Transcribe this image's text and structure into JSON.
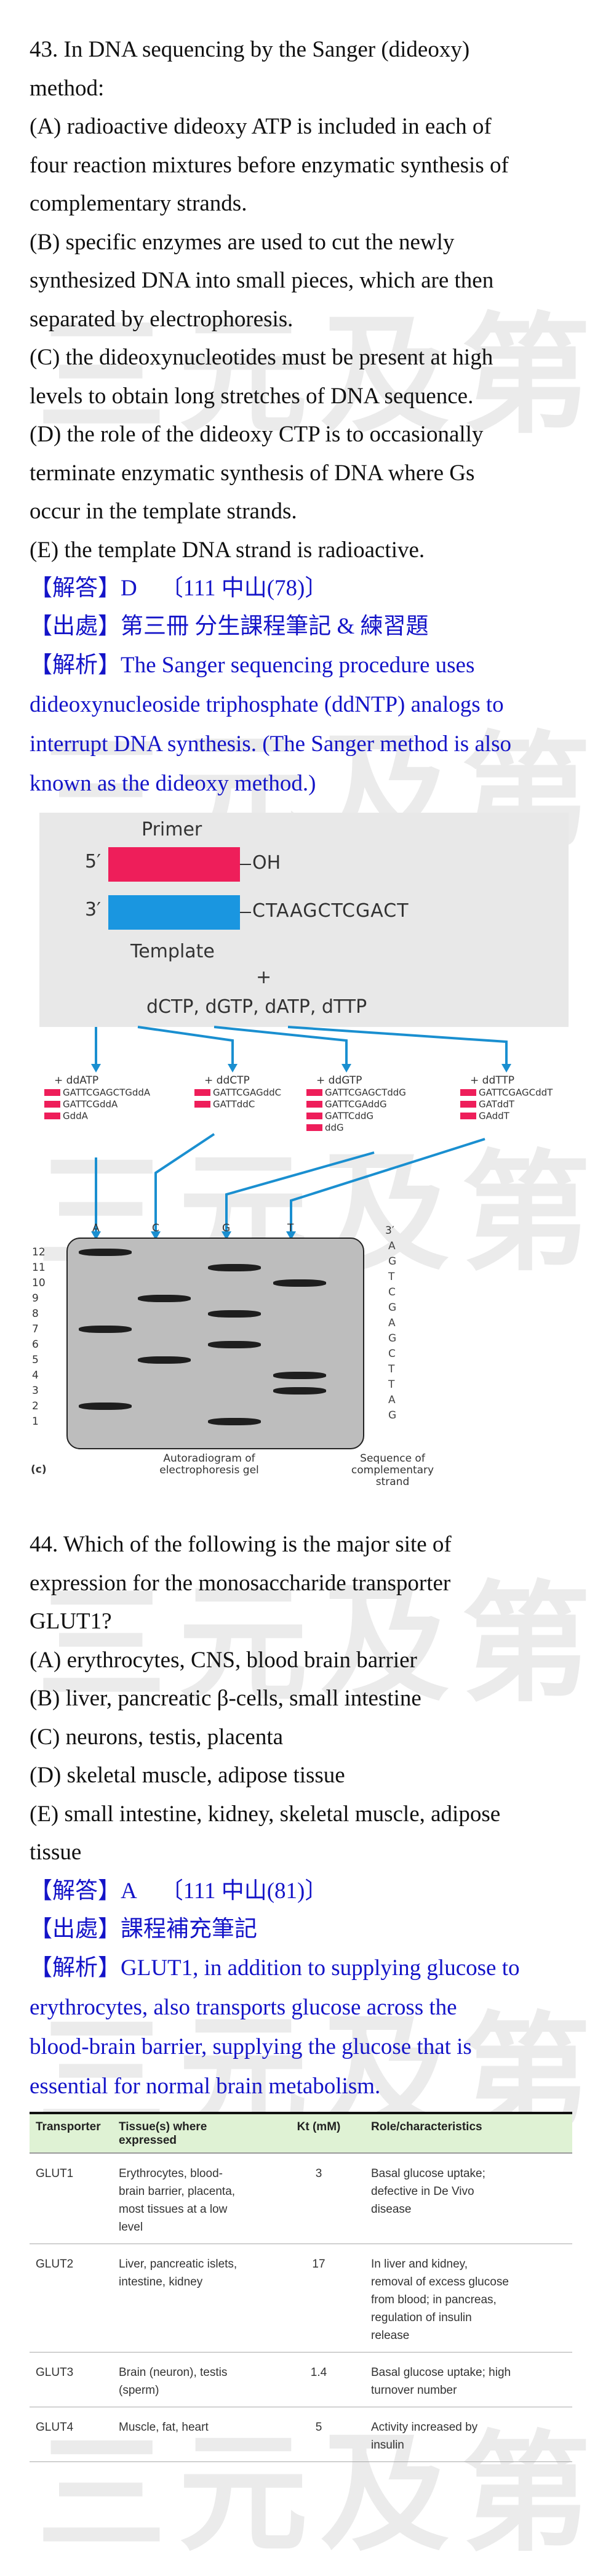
{
  "watermark": "三元及第",
  "q43": {
    "lines": [
      "43. In DNA sequencing by the Sanger (dideoxy)",
      "method:",
      "(A) radioactive dideoxy ATP is included in each of",
      "four reaction mixtures before enzymatic synthesis of",
      "complementary strands.",
      "(B) specific enzymes are used to cut the newly",
      "synthesized DNA into small pieces, which are then",
      "separated by electrophoresis.",
      "(C) the dideoxynucleotides must be present at high",
      "levels to obtain long stretches of DNA sequence.",
      "(D) the role of the dideoxy CTP is to occasionally",
      "terminate enzymatic synthesis of DNA where Gs",
      "occur in the template strands.",
      "(E) the template DNA strand is radioactive."
    ],
    "answer_label": "【解答】D",
    "answer_source": "〔111 中山(78)〕",
    "source_line": "【出處】第三冊  分生課程筆記 & 練習題",
    "explanation": [
      "【解析】The Sanger sequencing procedure uses",
      "dideoxynucleoside triphosphate (ddNTP) analogs to",
      "interrupt DNA synthesis. (The Sanger method is also",
      "known as the dideoxy method.)"
    ]
  },
  "figure": {
    "primer_label": "Primer",
    "five_prime": "5′",
    "three_prime": "3′",
    "oh": "OH",
    "template_seq": "CTAAGCTCGACT",
    "template_label": "Template",
    "plus": "+",
    "dntps": "dCTP, dGTP, dATP, dTTP",
    "reactions": [
      {
        "head": "+ ddATP",
        "lines": [
          "GATTCGAGCTGddA",
          "GATTCGddA",
          "GddA"
        ]
      },
      {
        "head": "+ ddCTP",
        "lines": [
          "GATTCGAGddC",
          "GATTddC"
        ]
      },
      {
        "head": "+ ddGTP",
        "lines": [
          "GATTCGAGCTddG",
          "GATTCGAddG",
          "GATTCddG",
          "ddG"
        ]
      },
      {
        "head": "+ ddTTP",
        "lines": [
          "GATTCGAGCddT",
          "GATddT",
          "GAddT"
        ]
      }
    ],
    "lane_labels": [
      "A",
      "C",
      "G",
      "T"
    ],
    "band_numbers": [
      "12",
      "11",
      "10",
      "9",
      "8",
      "7",
      "6",
      "5",
      "4",
      "3",
      "2",
      "1"
    ],
    "seq_top": "3′",
    "seq_letters": [
      "A",
      "G",
      "T",
      "C",
      "G",
      "A",
      "G",
      "C",
      "T",
      "T",
      "A",
      "G"
    ],
    "caption_gel": [
      "Autoradiogram of",
      "electrophoresis gel"
    ],
    "caption_seq": [
      "Sequence of",
      "complementary",
      "strand"
    ],
    "panel_tag": "(c)",
    "colors": {
      "primer": "#ee1e5a",
      "template": "#1a96e0",
      "arrow": "#1a8fd0"
    }
  },
  "q44": {
    "lines": [
      "44. Which of the following is the major site of",
      "expression for the monosaccharide transporter",
      "GLUT1?",
      "(A) erythrocytes, CNS, blood brain barrier",
      "(B) liver, pancreatic β-cells, small intestine",
      "(C) neurons, testis, placenta",
      "(D) skeletal muscle, adipose tissue",
      "(E) small intestine, kidney, skeletal muscle, adipose",
      "tissue"
    ],
    "answer_label": "【解答】A",
    "answer_source": "〔111 中山(81)〕",
    "source_line": "【出處】課程補充筆記",
    "explanation": [
      "【解析】GLUT1, in addition to supplying glucose to",
      "erythrocytes, also transports glucose across the",
      "blood-brain barrier, supplying the glucose that is",
      "essential for normal brain metabolism."
    ]
  },
  "table": {
    "headers": [
      "Transporter",
      "Tissue(s) where expressed",
      "Kt (mM)",
      "Role/characteristics"
    ],
    "rows": [
      {
        "name": "GLUT1",
        "tissue": [
          "Erythrocytes, blood-",
          "brain barrier, placenta,",
          "most tissues at a low",
          "level"
        ],
        "kt": "3",
        "role": [
          "Basal glucose uptake;",
          "defective in De Vivo",
          "disease"
        ]
      },
      {
        "name": "GLUT2",
        "tissue": [
          "Liver, pancreatic islets,",
          "intestine, kidney"
        ],
        "kt": "17",
        "role": [
          "In liver and kidney,",
          "removal of excess glucose",
          "from blood; in pancreas,",
          "regulation of insulin",
          "release"
        ]
      },
      {
        "name": "GLUT3",
        "tissue": [
          "Brain (neuron), testis",
          "(sperm)"
        ],
        "kt": "1.4",
        "role": [
          "Basal glucose uptake; high",
          "turnover number"
        ]
      },
      {
        "name": "GLUT4",
        "tissue": [
          "Muscle, fat, heart"
        ],
        "kt": "5",
        "role": [
          "Activity increased by",
          "insulin"
        ]
      }
    ]
  }
}
